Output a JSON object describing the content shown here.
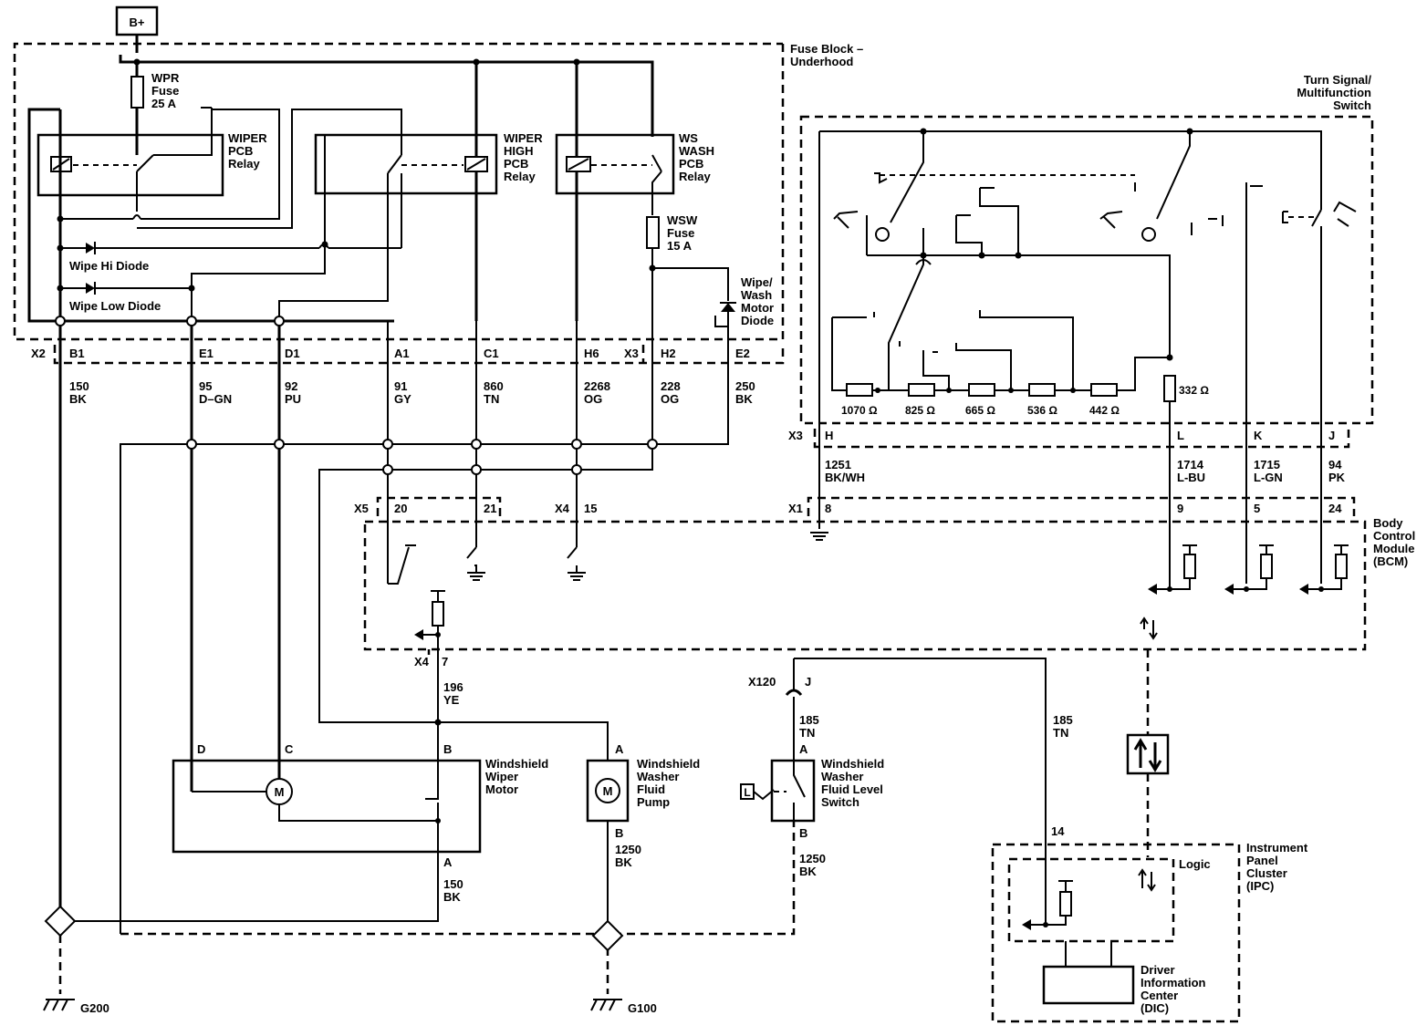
{
  "title": "B+",
  "blocks": {
    "fuse_block": "Fuse Block –|Underhood",
    "turn_switch": "Turn Signal/|Multifunction|Switch",
    "bcm": "Body|Control|Module|(BCM)",
    "ipc": "Instrument|Panel|Cluster|(IPC)",
    "logic": "Logic",
    "dic": "Driver|Information|Center|(DIC)"
  },
  "components": {
    "wpr_fuse": "WPR|Fuse|25 A",
    "wiper_relay": "WIPER|PCB|Relay",
    "wiper_high_relay": "WIPER|HIGH|PCB|Relay",
    "ws_wash_relay": "WS|WASH|PCB|Relay",
    "wsw_fuse": "WSW|Fuse|15 A",
    "wipe_hi_diode": "Wipe Hi Diode",
    "wipe_low_diode": "Wipe Low Diode",
    "motor_diode": "Wipe/|Wash|Motor|Diode",
    "wiper_motor": "Windshield|Wiper|Motor",
    "washer_pump": "Windshield|Washer|Fluid|Pump",
    "level_switch": "Windshield|Washer|Fluid Level|Switch"
  },
  "resistors": [
    "1070 Ω",
    "825 Ω",
    "665 Ω",
    "536 Ω",
    "442 Ω",
    "332 Ω"
  ],
  "connectors": {
    "x2": "X2",
    "x3a": "X3",
    "x3b": "X3",
    "x5": "X5",
    "x4a": "X4",
    "x1": "X1",
    "x4b": "X4",
    "x120": "X120",
    "pins_fuse": [
      "B1",
      "E1",
      "D1",
      "A1",
      "C1",
      "H6",
      "H2",
      "E2"
    ],
    "pins_switch": [
      "H",
      "L",
      "K",
      "J"
    ],
    "pins_bcm_top": [
      "20",
      "21",
      "15",
      "8",
      "9",
      "5",
      "24"
    ],
    "pin_bcm_bottom": "7",
    "pin_x120": "J",
    "pins_motor": [
      "D",
      "C",
      "B",
      "A"
    ],
    "pins_pump": [
      "A",
      "B"
    ],
    "pins_level": [
      "A",
      "B"
    ],
    "pin_ipc": "14"
  },
  "wires": {
    "w150": "150|BK",
    "w95": "95|D–GN",
    "w92": "92|PU",
    "w91": "91|GY",
    "w860": "860|TN",
    "w2268": "2268|OG",
    "w228": "228|OG",
    "w250": "250|BK",
    "w1251": "1251|BK/WH",
    "w1714": "1714|L-BU",
    "w1715": "1715|L-GN",
    "w94": "94|PK",
    "w196": "196|YE",
    "w185a": "185|TN",
    "w185b": "185|TN",
    "w150b": "150|BK",
    "w1250a": "1250|BK",
    "w1250b": "1250|BK"
  },
  "grounds": {
    "g200": "G200",
    "g100": "G100"
  },
  "motor_symbol": "M",
  "level_symbol": "L"
}
